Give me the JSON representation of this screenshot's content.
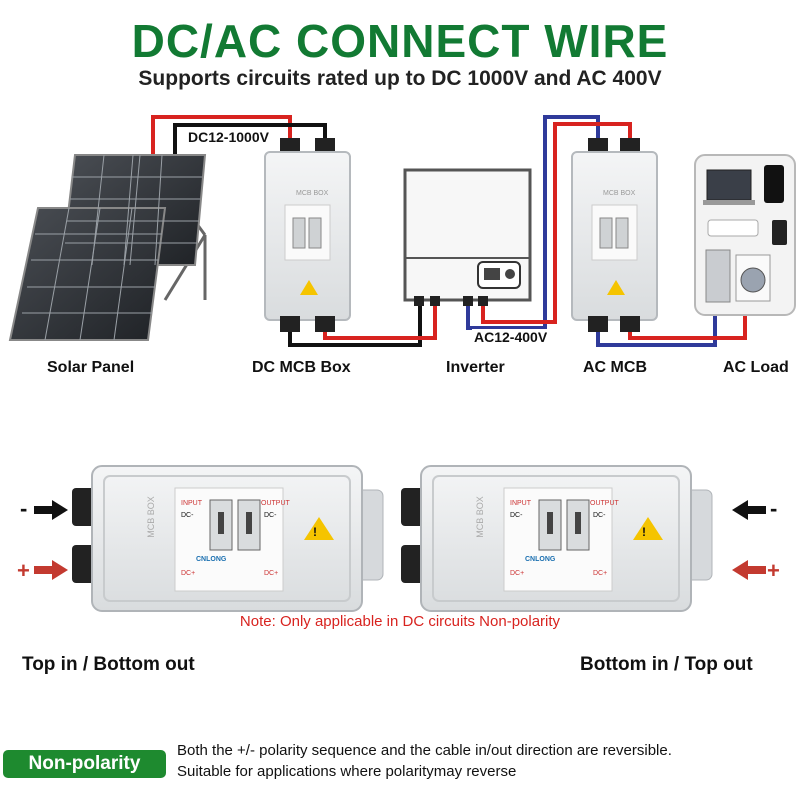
{
  "header": {
    "title": "DC/AC CONNECT WIRE",
    "subtitle": "Supports circuits rated up to DC 1000V and AC 400V"
  },
  "wiring_diagram": {
    "dc_wire_label": "DC12-1000V",
    "ac_wire_label": "AC12-400V",
    "components": [
      {
        "label": "Solar Panel"
      },
      {
        "label": "DC MCB Box"
      },
      {
        "label": "Inverter"
      },
      {
        "label": "AC MCB"
      },
      {
        "label": "AC Load"
      }
    ]
  },
  "mcb_box": {
    "box_text": "MCB BOX",
    "input_text": "INPUT",
    "output_text": "OUTPUT",
    "dc_minus": "DC-",
    "dc_plus": "DC+",
    "brand": "CNLONG"
  },
  "polarity_section": {
    "note": "Note: Only applicable in DC circuits Non-polarity",
    "left_direction": "Top in / Bottom out",
    "right_direction": "Bottom in / Top out",
    "minus_symbol": "-",
    "plus_symbol": "+"
  },
  "footer": {
    "badge": "Non-polarity",
    "line1": "Both the +/- polarity sequence and the cable in/out direction are reversible.",
    "line2": "Suitable for applications where polaritymay reverse"
  },
  "colors": {
    "title_green": "#127a33",
    "badge_green": "#1e8a2f",
    "wire_red": "#d8231f",
    "wire_blue": "#2f3a9a",
    "wire_black": "#111111"
  }
}
